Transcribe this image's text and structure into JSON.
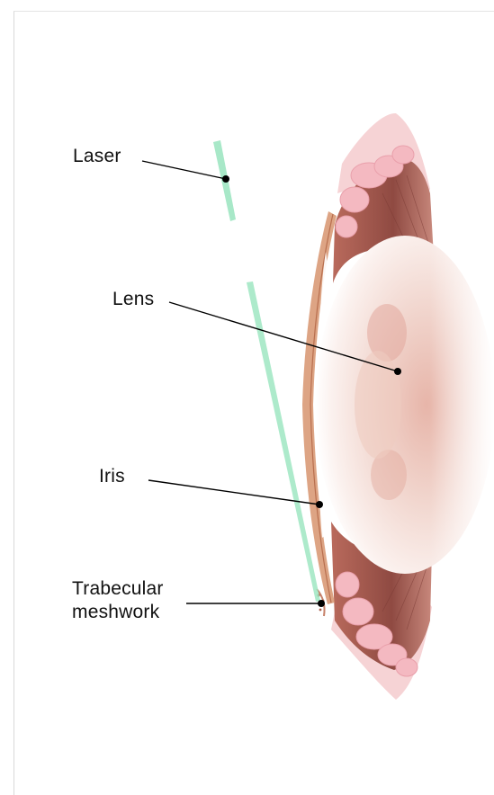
{
  "labels": {
    "laser": "Laser",
    "lens": "Lens",
    "iris": "Iris",
    "trabecular_line1": "Trabecular",
    "trabecular_line2": "meshwork"
  },
  "colors": {
    "laser_beam": "#9fe6c2",
    "cornea_edge": "#c98566",
    "iris_tissue": "#9a4f45",
    "ciliary_pink": "#f2b8bf",
    "lens_center": "#e7b5a9",
    "leader_line": "#000000"
  }
}
